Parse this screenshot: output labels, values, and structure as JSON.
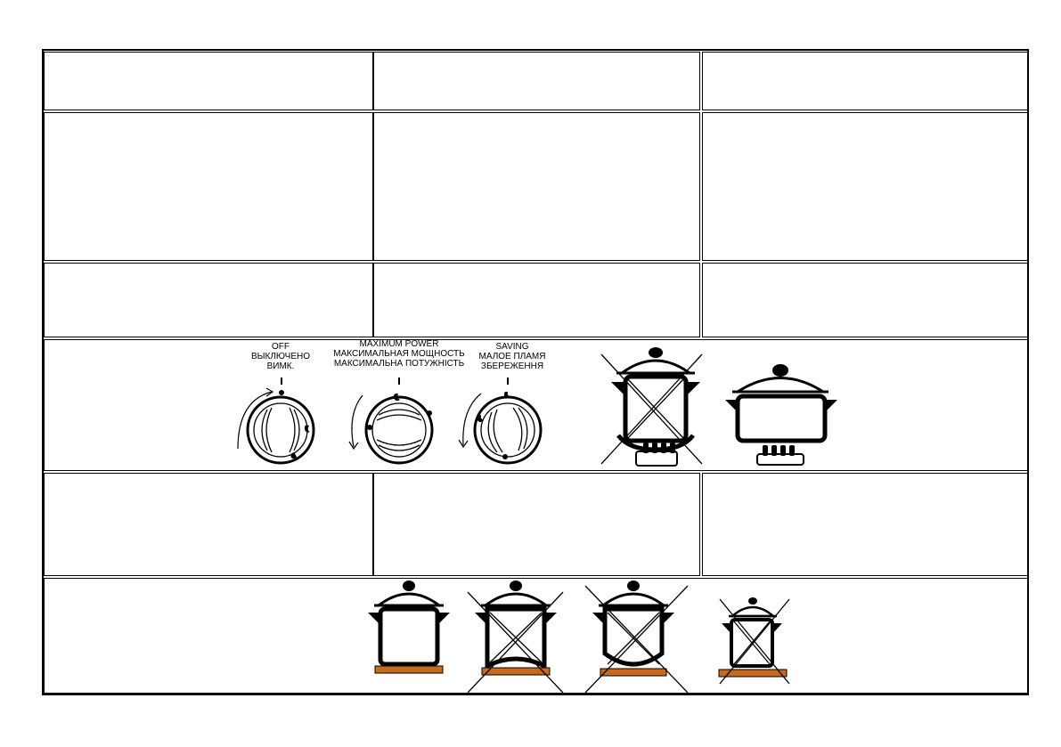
{
  "knob_labels": [
    {
      "lines": [
        "OFF",
        "ВЫКЛЮЧЕНО",
        "ВИМК."
      ]
    },
    {
      "lines": [
        "MAXIMUM POWER",
        "МАКСИМАЛЬНАЯ МОЩНОСТЬ",
        "МАКСИМАЛЬНА ПОТУЖНІСТЬ"
      ]
    },
    {
      "lines": [
        "SAVING",
        "МАЛОЕ ПЛАМЯ",
        "ЗБЕРЕЖЕННЯ"
      ]
    }
  ],
  "colors": {
    "ring_base": "#c8691c",
    "line": "#000000"
  },
  "icons": [
    "knob-off-icon",
    "knob-max-icon",
    "knob-saving-icon",
    "pot-too-small-on-burner-icon",
    "pot-correct-on-burner-icon",
    "pot-correct-base-icon",
    "pot-convex-base-icon",
    "pot-concave-base-icon",
    "pot-too-small-base-icon"
  ]
}
